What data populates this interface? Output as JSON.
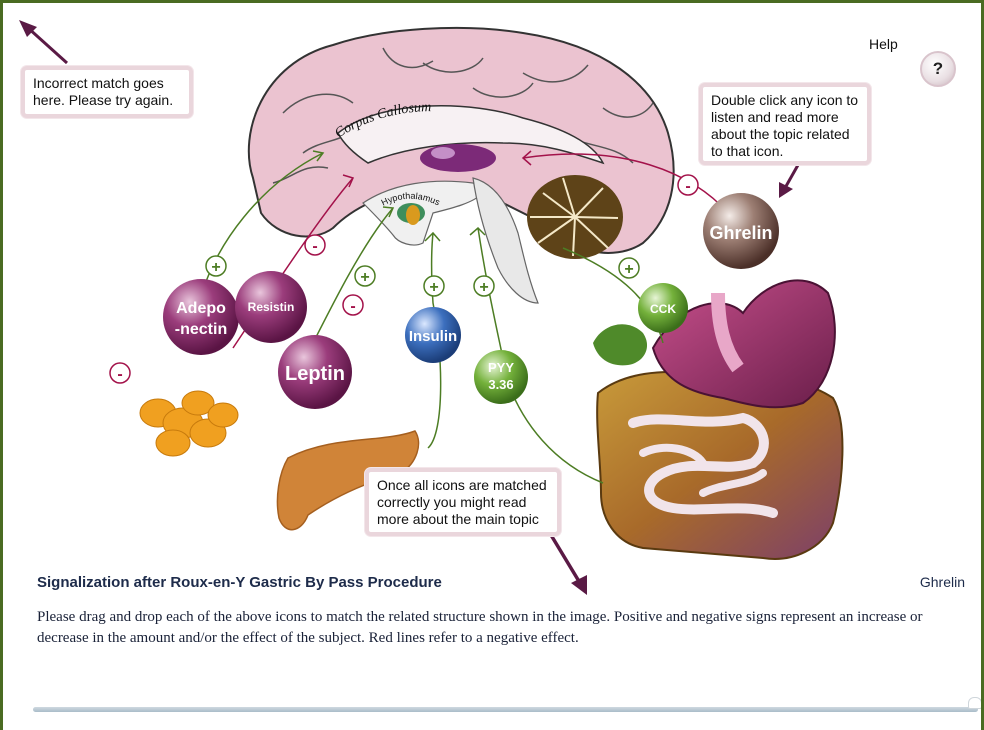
{
  "notes": {
    "incorrect": "Incorrect match goes here. Please try again.",
    "double_click": "Double click any icon to listen and read more about the topic related to that icon.",
    "once_matched": "Once all icons are matched correctly you might read more about the main topic"
  },
  "help": {
    "label": "Help",
    "button": "?"
  },
  "diagram": {
    "corpus_callosum": "Corpus Callosum",
    "hypothalamus": "Hypothalamus"
  },
  "icons": {
    "adiponectin": "Adepo -nectin",
    "resistin": "Resistin",
    "leptin": "Leptin",
    "insulin": "Insulin",
    "pyy": "PYY 3.36",
    "cck": "CCK",
    "ghrelin": "Ghrelin"
  },
  "signs": {
    "plus": "+",
    "minus": "-"
  },
  "footer": {
    "title": "Signalization after Roux-en-Y Gastric By Pass Procedure",
    "selected_topic": "Ghrelin",
    "instructions": "Please drag and drop each of the above icons to match the related structure shown in the image. Positive and negative signs represent an increase or decrease in the amount and/or the effect of the subject. Red lines refer to a negative effect."
  },
  "colors": {
    "frame": "#4a6b22",
    "purple_icon": "#8a2a6a",
    "blue_icon": "#2f5fa8",
    "green_icon": "#5f9a2e",
    "positive_line": "#4d7d24",
    "negative_line": "#a3124a",
    "brain": "#ebc3d0",
    "note_border": "#ead6dc"
  }
}
